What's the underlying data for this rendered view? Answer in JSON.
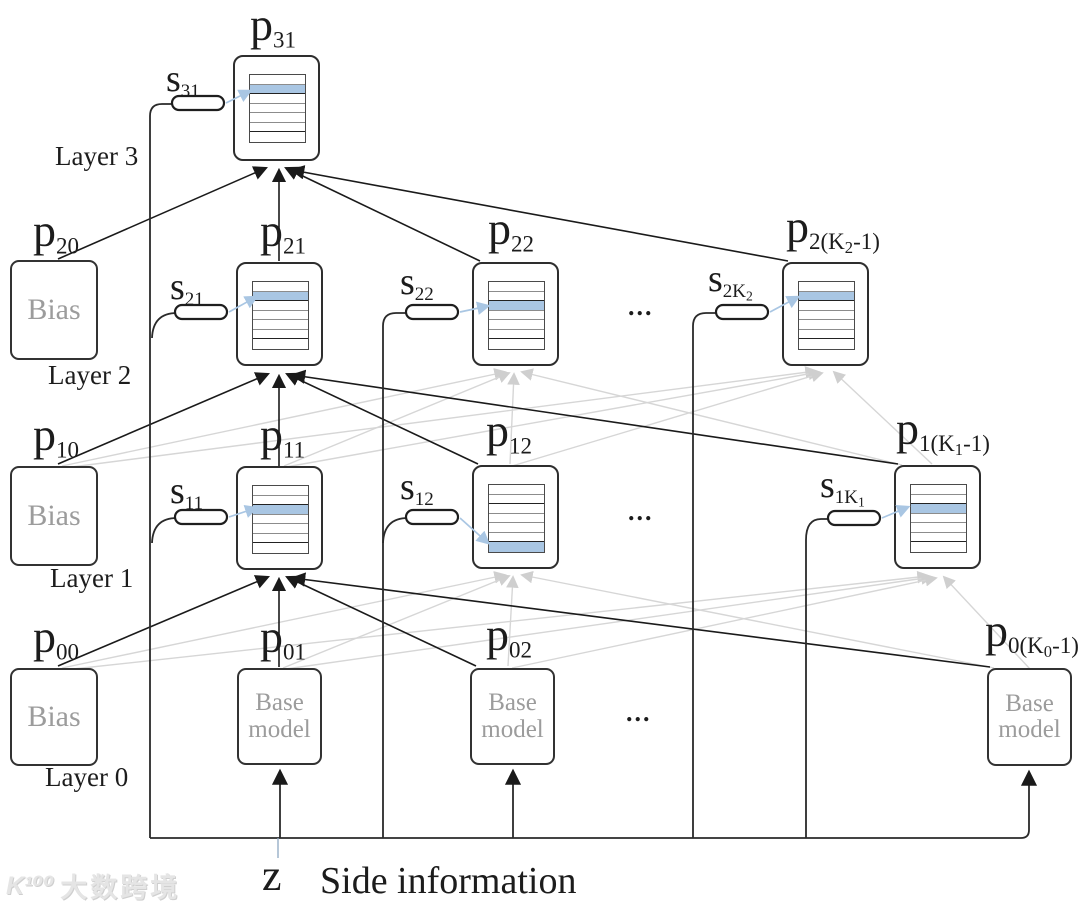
{
  "diagram": {
    "rows_per_box": 7,
    "colors": {
      "highlight_row": "#a9c6e3",
      "select_arrow": "#a9c6e3",
      "gray_connection": "#cfcfcf",
      "black_connection": "#1a1a1a"
    },
    "layers": [
      {
        "label": "Layer 3",
        "nodes": [
          {
            "kind": "dist",
            "p": "p_{31}",
            "s": "s_{31}",
            "highlight_row": 2
          }
        ]
      },
      {
        "label": "Layer 2",
        "nodes": [
          {
            "kind": "bias",
            "p": "p_{20}",
            "text": "Bias"
          },
          {
            "kind": "dist",
            "p": "p_{21}",
            "s": "s_{21}",
            "highlight_row": 2
          },
          {
            "kind": "dist",
            "p": "p_{22}",
            "s": "s_{22}",
            "highlight_row": 3
          },
          {
            "kind": "ellipsis",
            "text": "..."
          },
          {
            "kind": "dist",
            "p": "p_{2(K_{2}-1)}",
            "s": "s_{2K_{2}}",
            "highlight_row": 2
          }
        ]
      },
      {
        "label": "Layer 1",
        "nodes": [
          {
            "kind": "bias",
            "p": "p_{10}",
            "text": "Bias"
          },
          {
            "kind": "dist",
            "p": "p_{11}",
            "s": "s_{11}",
            "highlight_row": 3
          },
          {
            "kind": "dist",
            "p": "p_{12}",
            "s": "s_{12}",
            "highlight_row": 7
          },
          {
            "kind": "ellipsis",
            "text": "..."
          },
          {
            "kind": "dist",
            "p": "p_{1(K_{1}-1)}",
            "s": "s_{1K_{1}}",
            "highlight_row": 3
          }
        ]
      },
      {
        "label": "Layer 0",
        "nodes": [
          {
            "kind": "bias",
            "p": "p_{00}",
            "text": "Bias"
          },
          {
            "kind": "base",
            "p": "p_{01}",
            "text": "Base model"
          },
          {
            "kind": "base",
            "p": "p_{02}",
            "text": "Base model"
          },
          {
            "kind": "ellipsis",
            "text": "..."
          },
          {
            "kind": "base",
            "p": "p_{0(K_{0}-1)}",
            "text": "Base model"
          }
        ]
      }
    ],
    "footer": {
      "z_label": "z",
      "side_info_label": "Side information"
    },
    "watermark": {
      "logo": "K¹⁰⁰",
      "text": "大数跨境"
    }
  }
}
